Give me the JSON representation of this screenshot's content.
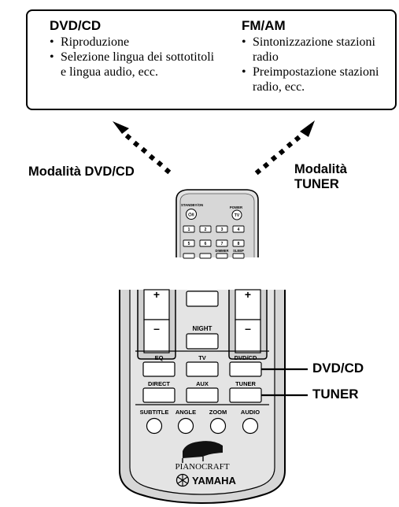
{
  "info_box": {
    "dvd": {
      "title": "DVD/CD",
      "items": [
        "Riproduzione",
        "Selezione lingua dei sottotitoli e lingua audio, ecc."
      ]
    },
    "fm": {
      "title": "FM/AM",
      "items": [
        "Sintonizzazione stazioni radio",
        "Preimpostazione stazioni radio, ecc."
      ]
    },
    "bullet": "•"
  },
  "modes": {
    "dvd_line": "Modalità DVD/CD",
    "tuner_line1": "Modalità",
    "tuner_line2": "TUNER"
  },
  "small_remote": {
    "standby_label": "STANDBY/ON",
    "power_label": "POWER",
    "standby_symbol": "⏻/I",
    "power_symbol": "TV",
    "row1": [
      "1",
      "2",
      "3",
      "4"
    ],
    "row2": [
      "5",
      "6",
      "7",
      "8"
    ],
    "dimmer_label": "DIMMER",
    "sleep_label": "SLEEP"
  },
  "remote": {
    "plus_left": "+",
    "minus_left": "–",
    "plus_right": "+",
    "minus_right": "–",
    "night": "NIGHT",
    "eq": "EQ",
    "tv": "TV",
    "dvdcd": "DVD/CD",
    "direct": "DIRECT",
    "aux": "AUX",
    "tuner": "TUNER",
    "subtitle": "SUBTITLE",
    "angle": "ANGLE",
    "zoom": "ZOOM",
    "audio": "AUDIO",
    "brand_piano": "PIANO",
    "brand_craft": "CRAFT",
    "brand_yamaha": "YAMAHA"
  },
  "callouts": {
    "dvd": "DVD/CD",
    "tuner": "TUNER"
  }
}
